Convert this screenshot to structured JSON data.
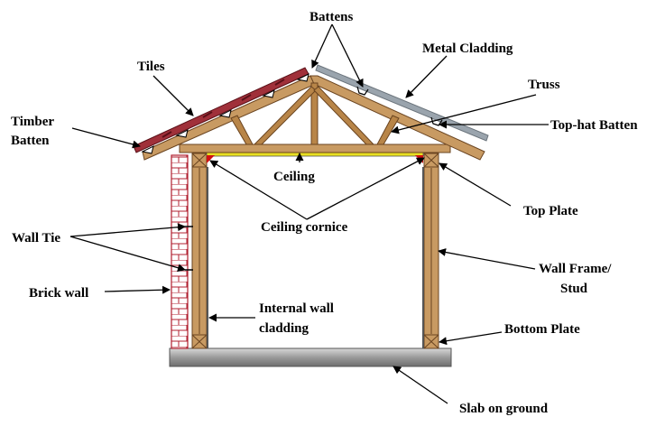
{
  "colors": {
    "timber": "#c89a62",
    "timber_outline": "#6a4420",
    "brick": "#b02030",
    "tile": "#a0303a",
    "metal": "#9aa4ad",
    "slab": "#8c8c8c",
    "ceiling": "#e8e020",
    "cornice": "#d01010"
  },
  "labels": {
    "battens": "Battens",
    "metal_cladding": "Metal Cladding",
    "tiles": "Tiles",
    "truss": "Truss",
    "timber_batten_1": "Timber",
    "timber_batten_2": "Batten",
    "tophat_batten": "Top-hat Batten",
    "ceiling": "Ceiling",
    "ceiling_cornice": "Ceiling cornice",
    "top_plate": "Top Plate",
    "wall_tie": "Wall Tie",
    "wall_frame_1": "Wall Frame/",
    "wall_frame_2": "Stud",
    "brick_wall": "Brick wall",
    "internal_cladding_1": "Internal wall",
    "internal_cladding_2": "cladding",
    "bottom_plate": "Bottom Plate",
    "slab": "Slab on ground"
  }
}
